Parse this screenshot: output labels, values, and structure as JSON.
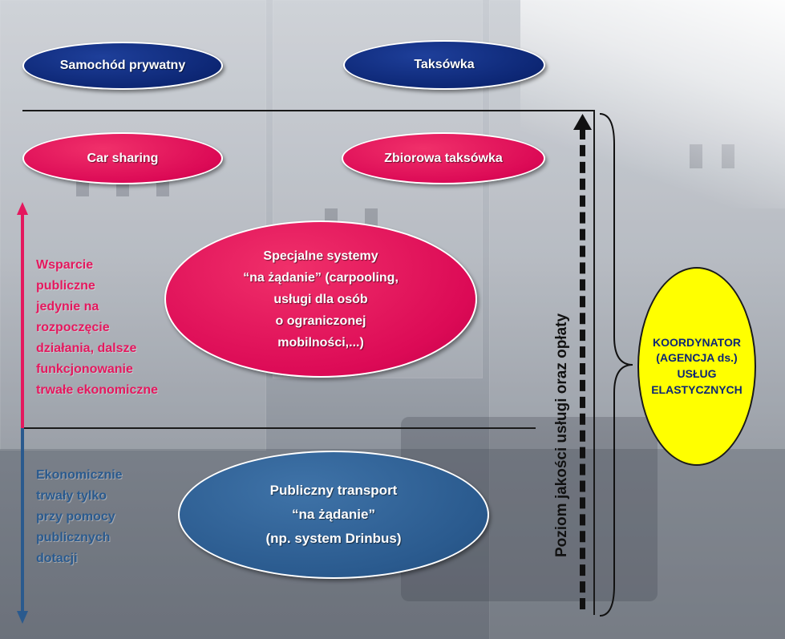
{
  "ellipses": {
    "car": "Samochód prywatny",
    "taxi": "Taksówka",
    "car_sharing": "Car sharing",
    "shared_taxi": "Zbiorowa taksówka",
    "special": [
      "Specjalne systemy",
      "“na żądanie” (carpooling,",
      "usługi dla osób",
      "o ograniczonej",
      "mobilności,...)"
    ],
    "public_dr": [
      "Publiczny transport",
      "“na żądanie”",
      "(np. system Drinbus)"
    ],
    "coordinator": [
      "KOORDYNATOR",
      "(AGENCJA ds.)",
      "USŁUG",
      "ELASTYCZNYCH"
    ]
  },
  "side_pink": [
    "Wsparcie",
    "publiczne",
    "jedynie na",
    "rozpoczęcie",
    "działania, dalsze",
    "funkcjonowanie",
    "trwałe ekonomiczne"
  ],
  "side_blue": [
    "Ekonomicznie",
    "trwały tylko",
    "przy pomocy",
    "publicznych",
    "dotacji"
  ],
  "vertical_label": "Poziom jakości usługi oraz opłaty",
  "colors": {
    "navy": "#0d2775",
    "pink": "#dc0a56",
    "steel": "#2a5a8e",
    "yellow": "#ffff00"
  }
}
